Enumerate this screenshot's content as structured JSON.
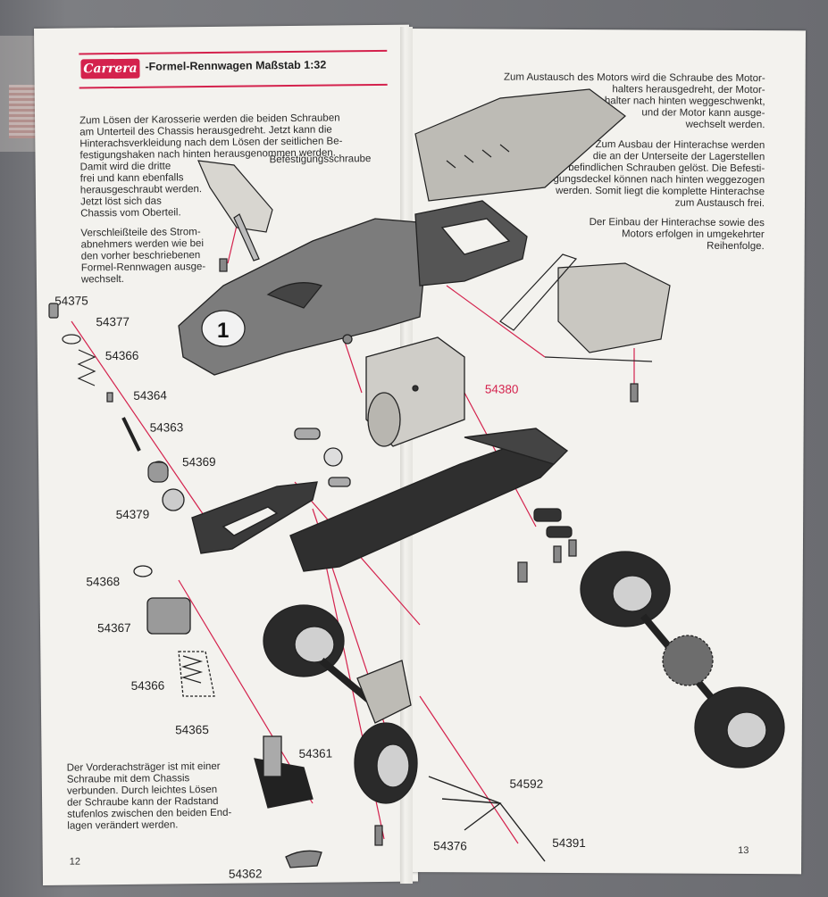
{
  "brand": {
    "logo_text": "Carrera"
  },
  "left_page": {
    "title": "-Formel-Rennwagen Maßstab 1:32",
    "intro_text_1": "Zum Lösen der Karosserie werden die beiden Schrauben",
    "intro_text_2": "am Unterteil des Chassis herausgedreht. Jetzt kann die",
    "intro_text_3": "Hinterachsverkleidung nach dem Lösen der seitlichen Be-",
    "intro_text_4": "festigungshaken nach hinten herausgenommen werden.",
    "intro_text_5": "Damit wird die dritte",
    "intro_text_6": "frei und kann ebenfalls",
    "intro_text_7": "herausgeschraubt werden.",
    "intro_text_8": "Jetzt löst sich das",
    "intro_text_9": "Chassis vom Oberteil.",
    "screw_label": "Befestigungsschraube",
    "wear_text_1": "Verschleißteile des Strom-",
    "wear_text_2": "abnehmers werden wie bei",
    "wear_text_3": "den vorher beschriebenen",
    "wear_text_4": "Formel-Rennwagen ausge-",
    "wear_text_5": "wechselt.",
    "front_axle_text_1": "Der Vorderachsträger ist mit einer",
    "front_axle_text_2": "Schraube mit dem Chassis",
    "front_axle_text_3": "verbunden. Durch leichtes Lösen",
    "front_axle_text_4": "der Schraube kann der Radstand",
    "front_axle_text_5": "stufenlos zwischen den beiden End-",
    "front_axle_text_6": "lagen verändert werden.",
    "page_number": "12"
  },
  "right_page": {
    "motor_text_1": "Zum Austausch des Motors wird die Schraube des Motor-",
    "motor_text_2": "halters herausgedreht, der Motor-",
    "motor_text_3": "halter nach hinten weggeschwenkt,",
    "motor_text_4": "und der Motor kann ausge-",
    "motor_text_5": "wechselt werden.",
    "rear_axle_text_1": "Zum Ausbau der Hinterachse werden",
    "rear_axle_text_2": "die an der Unterseite der Lagerstellen",
    "rear_axle_text_3": "befindlichen Schrauben gelöst. Die Befesti-",
    "rear_axle_text_4": "gungsdeckel können nach hinten weggezogen",
    "rear_axle_text_5": "werden. Somit liegt die komplette Hinterachse",
    "rear_axle_text_6": "zum Austausch frei.",
    "reassembly_text_1": "Der Einbau der Hinterachse sowie des",
    "reassembly_text_2": "Motors erfolgen in umgekehrter",
    "reassembly_text_3": "Reihenfolge.",
    "page_number": "13"
  },
  "parts": {
    "p54375": "54375",
    "p54377": "54377",
    "p54366a": "54366",
    "p54364": "54364",
    "p54363": "54363",
    "p54369": "54369",
    "p54379": "54379",
    "p54368": "54368",
    "p54367": "54367",
    "p54366b": "54366",
    "p54365": "54365",
    "p54361": "54361",
    "p54362": "54362",
    "p54380": "54380",
    "p54592": "54592",
    "p54376": "54376",
    "p54391": "54391"
  },
  "colors": {
    "accent": "#d4224d",
    "paper": "#f3f2ee",
    "ink": "#2b2b2b",
    "background": "#5d5f66"
  }
}
